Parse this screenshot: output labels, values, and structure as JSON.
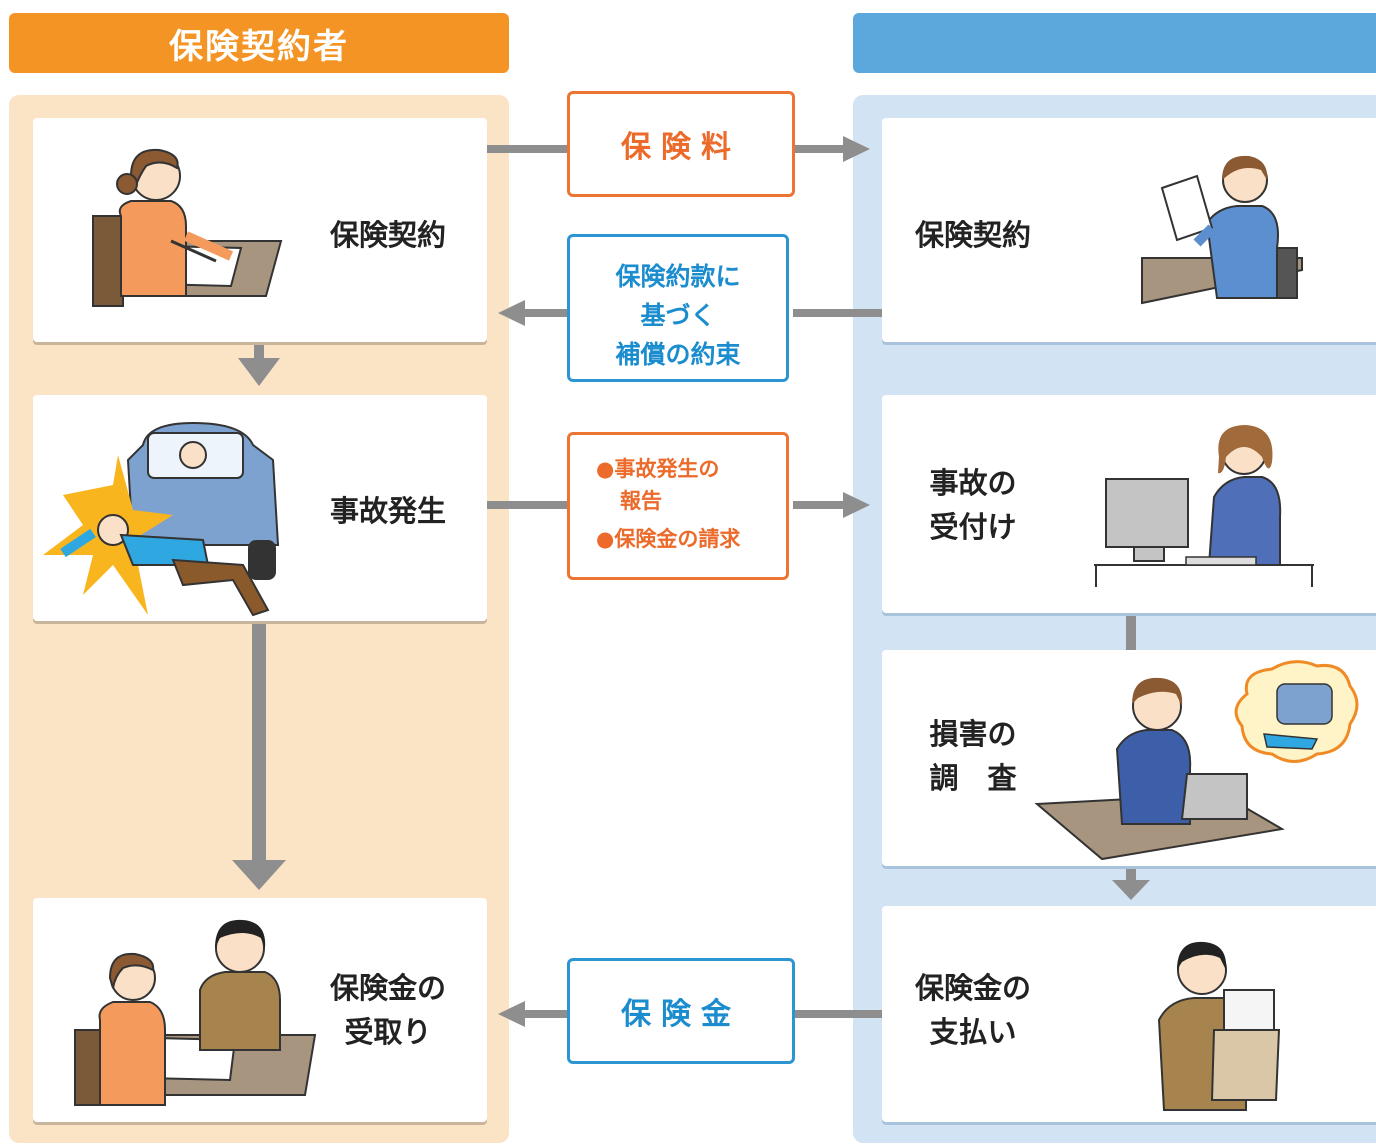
{
  "headers": {
    "left": "保険契約者",
    "right": ""
  },
  "left_cards": {
    "contract": "保険契約",
    "accident": "事故発生",
    "receive_line1": "保険金の",
    "receive_line2": "受取り"
  },
  "right_cards": {
    "contract": "保険契約",
    "reception_line1": "事故の",
    "reception_line2": "受付け",
    "investigation_line1": "損害の",
    "investigation_line2": "調　査",
    "payment_line1": "保険金の",
    "payment_line2": "支払い"
  },
  "messages": {
    "premium": "保険料",
    "promise_line1": "保険約款に",
    "promise_line2": "基づく",
    "promise_line3": "補償の約束",
    "report_item1_line1": "事故発生の",
    "report_item1_line2": "報告",
    "report_item2": "保険金の請求",
    "bullet": "●",
    "payout": "保険金"
  },
  "colors": {
    "left_header": "#f39425",
    "right_header": "#5ca8dc",
    "left_panel": "#fbe3c6",
    "right_panel": "#d2e4f4",
    "arrow": "#8e8e8e",
    "msg_orange": "#ec6a2a",
    "msg_blue": "#1b8ccd"
  }
}
